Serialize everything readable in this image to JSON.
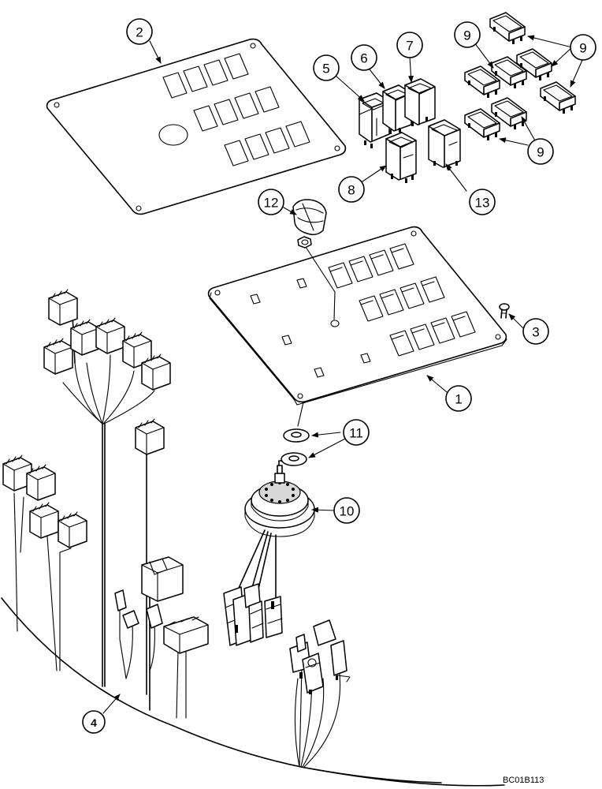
{
  "figure": {
    "drawing_code": "BC01B113",
    "callouts": [
      {
        "id": "callout-1",
        "label": "1"
      },
      {
        "id": "callout-2",
        "label": "2"
      },
      {
        "id": "callout-3",
        "label": "3"
      },
      {
        "id": "callout-4",
        "label": "4"
      },
      {
        "id": "callout-5",
        "label": "5"
      },
      {
        "id": "callout-6",
        "label": "6"
      },
      {
        "id": "callout-7",
        "label": "7"
      },
      {
        "id": "callout-8",
        "label": "8"
      },
      {
        "id": "callout-9a",
        "label": "9"
      },
      {
        "id": "callout-9b",
        "label": "9"
      },
      {
        "id": "callout-9c",
        "label": "9"
      },
      {
        "id": "callout-10",
        "label": "10"
      },
      {
        "id": "callout-11",
        "label": "11"
      },
      {
        "id": "callout-12",
        "label": "12"
      },
      {
        "id": "callout-13",
        "label": "13"
      }
    ]
  }
}
